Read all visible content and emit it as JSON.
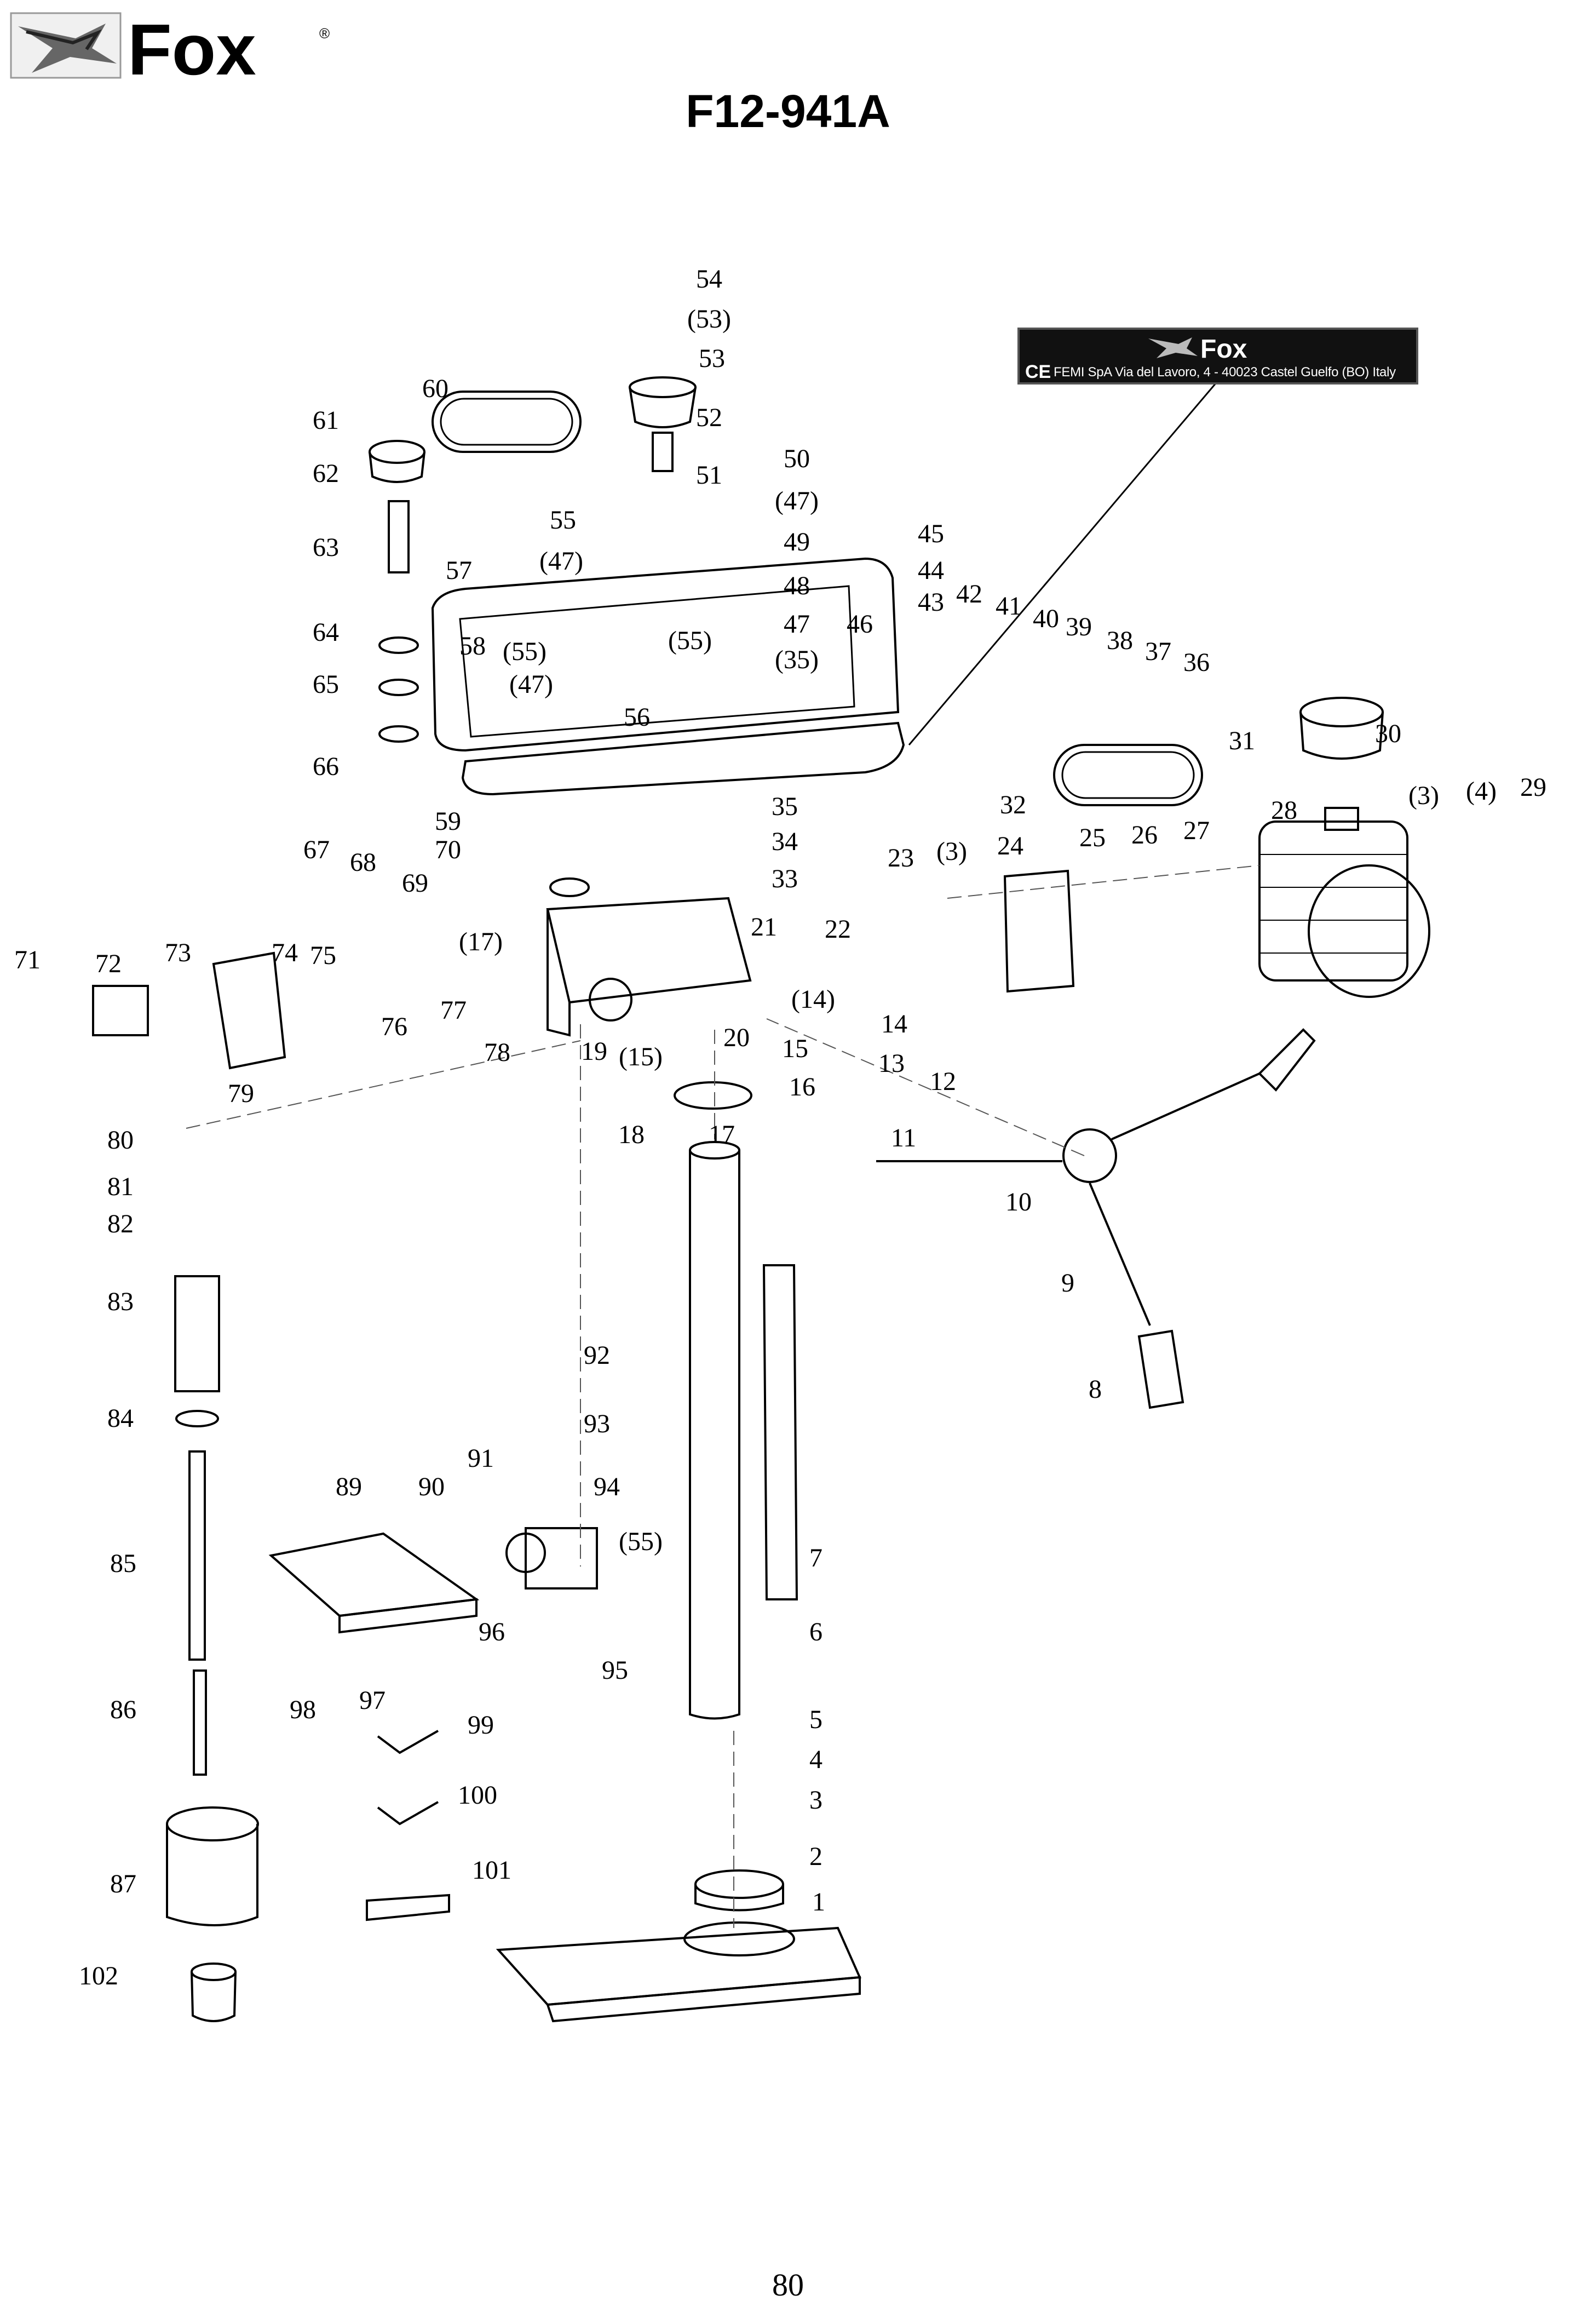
{
  "brand": {
    "logo_text": "Fox",
    "registered_mark": "®"
  },
  "header": {
    "model": "F12-941A"
  },
  "nameplate": {
    "logo_text": "Fox",
    "ce_mark": "CE",
    "address": "FEMI SpA Via del Lavoro, 4 - 40023 Castel Guelfo (BO) Italy"
  },
  "callouts": [
    {
      "id": "c54",
      "text": "54"
    },
    {
      "id": "c53b",
      "text": "(53)"
    },
    {
      "id": "c53",
      "text": "53"
    },
    {
      "id": "c52",
      "text": "52"
    },
    {
      "id": "c51",
      "text": "51"
    },
    {
      "id": "c50",
      "text": "50"
    },
    {
      "id": "c47a",
      "text": "(47)"
    },
    {
      "id": "c49",
      "text": "49"
    },
    {
      "id": "c48",
      "text": "48"
    },
    {
      "id": "c47",
      "text": "47"
    },
    {
      "id": "c35b",
      "text": "(35)"
    },
    {
      "id": "c46",
      "text": "46"
    },
    {
      "id": "c45",
      "text": "45"
    },
    {
      "id": "c44",
      "text": "44"
    },
    {
      "id": "c43",
      "text": "43"
    },
    {
      "id": "c42",
      "text": "42"
    },
    {
      "id": "c41",
      "text": "41"
    },
    {
      "id": "c40",
      "text": "40"
    },
    {
      "id": "c39",
      "text": "39"
    },
    {
      "id": "c38",
      "text": "38"
    },
    {
      "id": "c37",
      "text": "37"
    },
    {
      "id": "c36",
      "text": "36"
    },
    {
      "id": "c60",
      "text": "60"
    },
    {
      "id": "c61",
      "text": "61"
    },
    {
      "id": "c62",
      "text": "62"
    },
    {
      "id": "c63",
      "text": "63"
    },
    {
      "id": "c64",
      "text": "64"
    },
    {
      "id": "c65",
      "text": "65"
    },
    {
      "id": "c66",
      "text": "66"
    },
    {
      "id": "c55a",
      "text": "55"
    },
    {
      "id": "c47b",
      "text": "(47)"
    },
    {
      "id": "c57",
      "text": "57"
    },
    {
      "id": "c58",
      "text": "58"
    },
    {
      "id": "c55b",
      "text": "(55)"
    },
    {
      "id": "c47c",
      "text": "(47)"
    },
    {
      "id": "c55c",
      "text": "(55)"
    },
    {
      "id": "c56",
      "text": "56"
    },
    {
      "id": "c31",
      "text": "31"
    },
    {
      "id": "c30",
      "text": "30"
    },
    {
      "id": "c32",
      "text": "32"
    },
    {
      "id": "c3a",
      "text": "(3)"
    },
    {
      "id": "c4a",
      "text": "(4)"
    },
    {
      "id": "c29",
      "text": "29"
    },
    {
      "id": "c28",
      "text": "28"
    },
    {
      "id": "c35",
      "text": "35"
    },
    {
      "id": "c34",
      "text": "34"
    },
    {
      "id": "c33",
      "text": "33"
    },
    {
      "id": "c59",
      "text": "59"
    },
    {
      "id": "c70",
      "text": "70"
    },
    {
      "id": "c67",
      "text": "67"
    },
    {
      "id": "c68",
      "text": "68"
    },
    {
      "id": "c69",
      "text": "69"
    },
    {
      "id": "c17a",
      "text": "(17)"
    },
    {
      "id": "c21",
      "text": "21"
    },
    {
      "id": "c22",
      "text": "22"
    },
    {
      "id": "c23",
      "text": "23"
    },
    {
      "id": "c3b",
      "text": "(3)"
    },
    {
      "id": "c24",
      "text": "24"
    },
    {
      "id": "c25",
      "text": "25"
    },
    {
      "id": "c26",
      "text": "26"
    },
    {
      "id": "c27",
      "text": "27"
    },
    {
      "id": "c71",
      "text": "71"
    },
    {
      "id": "c72",
      "text": "72"
    },
    {
      "id": "c73",
      "text": "73"
    },
    {
      "id": "c74",
      "text": "74"
    },
    {
      "id": "c75",
      "text": "75"
    },
    {
      "id": "c76",
      "text": "76"
    },
    {
      "id": "c77",
      "text": "77"
    },
    {
      "id": "c78",
      "text": "78"
    },
    {
      "id": "c19",
      "text": "19"
    },
    {
      "id": "c15a",
      "text": "(15)"
    },
    {
      "id": "c20",
      "text": "20"
    },
    {
      "id": "c14a",
      "text": "(14)"
    },
    {
      "id": "c14",
      "text": "14"
    },
    {
      "id": "c15",
      "text": "15"
    },
    {
      "id": "c13",
      "text": "13"
    },
    {
      "id": "c12",
      "text": "12"
    },
    {
      "id": "c16",
      "text": "16"
    },
    {
      "id": "c79",
      "text": "79"
    },
    {
      "id": "c18",
      "text": "18"
    },
    {
      "id": "c17",
      "text": "17"
    },
    {
      "id": "c11",
      "text": "11"
    },
    {
      "id": "c10",
      "text": "10"
    },
    {
      "id": "c80",
      "text": "80"
    },
    {
      "id": "c81",
      "text": "81"
    },
    {
      "id": "c82",
      "text": "82"
    },
    {
      "id": "c83",
      "text": "83"
    },
    {
      "id": "c9",
      "text": "9"
    },
    {
      "id": "c8",
      "text": "8"
    },
    {
      "id": "c92",
      "text": "92"
    },
    {
      "id": "c93",
      "text": "93"
    },
    {
      "id": "c84",
      "text": "84"
    },
    {
      "id": "c91",
      "text": "91"
    },
    {
      "id": "c94",
      "text": "94"
    },
    {
      "id": "c89",
      "text": "89"
    },
    {
      "id": "c90",
      "text": "90"
    },
    {
      "id": "c55d",
      "text": "(55)"
    },
    {
      "id": "c7",
      "text": "7"
    },
    {
      "id": "c85",
      "text": "85"
    },
    {
      "id": "c96",
      "text": "96"
    },
    {
      "id": "c6",
      "text": "6"
    },
    {
      "id": "c95",
      "text": "95"
    },
    {
      "id": "c98",
      "text": "98"
    },
    {
      "id": "c97",
      "text": "97"
    },
    {
      "id": "c86",
      "text": "86"
    },
    {
      "id": "c99",
      "text": "99"
    },
    {
      "id": "c5",
      "text": "5"
    },
    {
      "id": "c4",
      "text": "4"
    },
    {
      "id": "c3",
      "text": "3"
    },
    {
      "id": "c100",
      "text": "100"
    },
    {
      "id": "c87",
      "text": "87"
    },
    {
      "id": "c101",
      "text": "101"
    },
    {
      "id": "c2",
      "text": "2"
    },
    {
      "id": "c1",
      "text": "1"
    },
    {
      "id": "c102",
      "text": "102"
    }
  ],
  "footer": {
    "page_number": "80"
  }
}
